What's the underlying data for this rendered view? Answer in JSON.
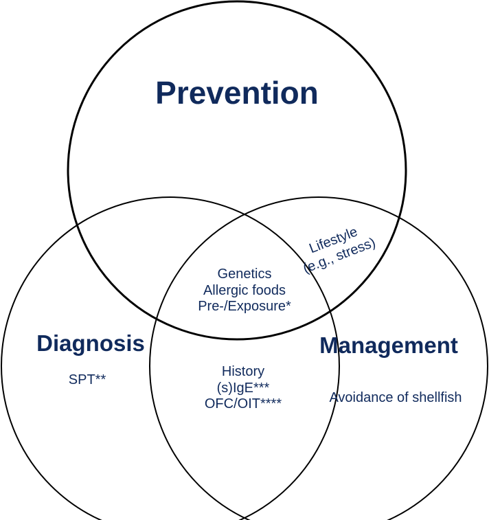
{
  "diagram": {
    "colors": {
      "text": "#102a5c",
      "outline": "#000000",
      "background": "#ffffff"
    },
    "sets": {
      "prevention": "Prevention",
      "diagnosis": "Diagnosis",
      "management": "Management"
    },
    "regions": {
      "diagnosis_only": [
        "SPT**"
      ],
      "management_only": [
        "Avoidance of shellfish"
      ],
      "prevention_management": [
        "Lifestyle",
        "(e.g., stress)"
      ],
      "all_three": [
        "Genetics",
        "Allergic foods",
        "Pre-/Exposure*"
      ],
      "diagnosis_management": [
        "History",
        "(s)IgE***",
        "OFC/OIT****"
      ]
    }
  }
}
